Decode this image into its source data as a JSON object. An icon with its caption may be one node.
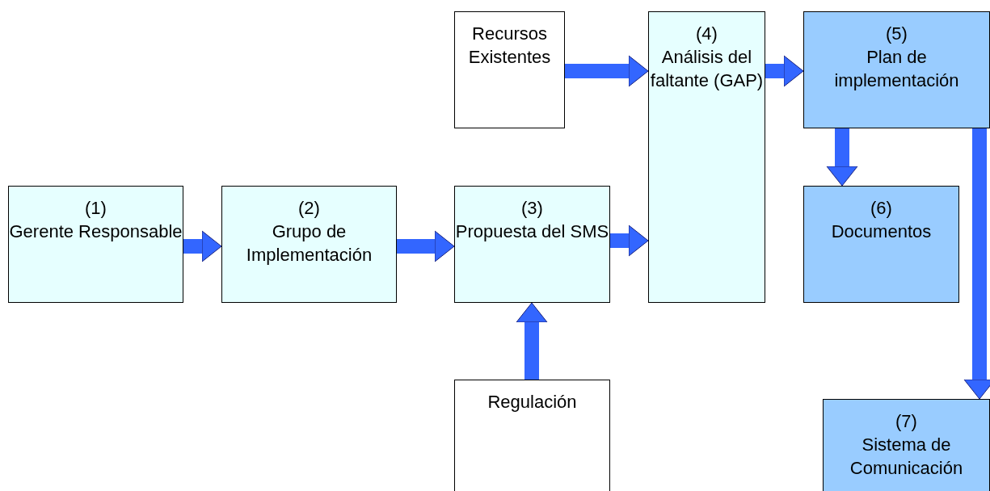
{
  "diagram": {
    "nodes": [
      {
        "text": [
          "Recursos Existentes"
        ]
      },
      {
        "text": [
          "(4)",
          "Análisis del faltante (GAP)"
        ]
      },
      {
        "text": [
          "(5)",
          "Plan de implementación"
        ]
      },
      {
        "text": [
          "(1)",
          "Gerente Responsable"
        ]
      },
      {
        "text": [
          "(2)",
          "Grupo de Implementación"
        ]
      },
      {
        "text": [
          "(3)",
          "Propuesta del SMS"
        ]
      },
      {
        "text": [
          "(6)",
          "Documentos"
        ]
      },
      {
        "text": [
          "Regulación"
        ]
      },
      {
        "text": [
          "(7)",
          "Sistema de Comunicación"
        ]
      }
    ],
    "edges": [
      {
        "from": 0,
        "to": 1,
        "arrow": "to"
      },
      {
        "from": 1,
        "to": 2,
        "arrow": "to"
      },
      {
        "from": 3,
        "to": 4,
        "arrow": "to"
      },
      {
        "from": 4,
        "to": 5,
        "arrow": "to"
      },
      {
        "from": 5,
        "to": 1,
        "arrow": "to"
      },
      {
        "from": 2,
        "to": 6,
        "arrow": "to"
      },
      {
        "from": 7,
        "to": 5,
        "arrow": "to"
      },
      {
        "from": 2,
        "to": 8,
        "arrow": "to"
      }
    ]
  }
}
